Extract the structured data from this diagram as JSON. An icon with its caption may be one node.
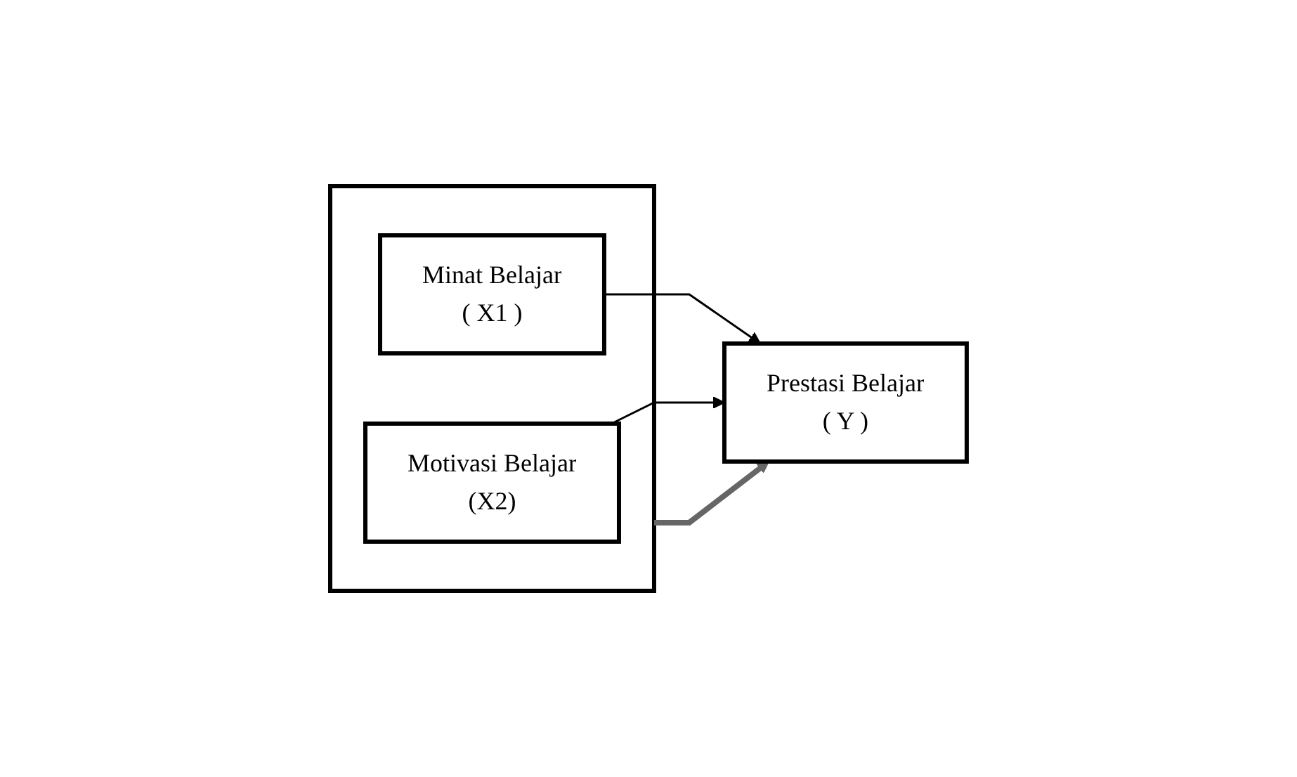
{
  "diagram": {
    "nodes": [
      {
        "text": [],
        "shape": "box"
      },
      {
        "text": [
          "Minat Belajar",
          "( X1 )"
        ],
        "in": 0
      },
      {
        "text": [
          "Motivasi Belajar",
          "(X2)"
        ],
        "in": 0
      },
      {
        "text": [
          "Prestasi Belajar",
          "( Y )"
        ]
      }
    ],
    "edges": [
      {
        "from": 1,
        "to": 3,
        "arrow": "to"
      },
      {
        "from": 2,
        "to": 3,
        "arrow": "to"
      },
      {
        "from": 0,
        "to": 3,
        "arrow": "to",
        "style": "thick",
        "color": "#666666"
      }
    ]
  }
}
